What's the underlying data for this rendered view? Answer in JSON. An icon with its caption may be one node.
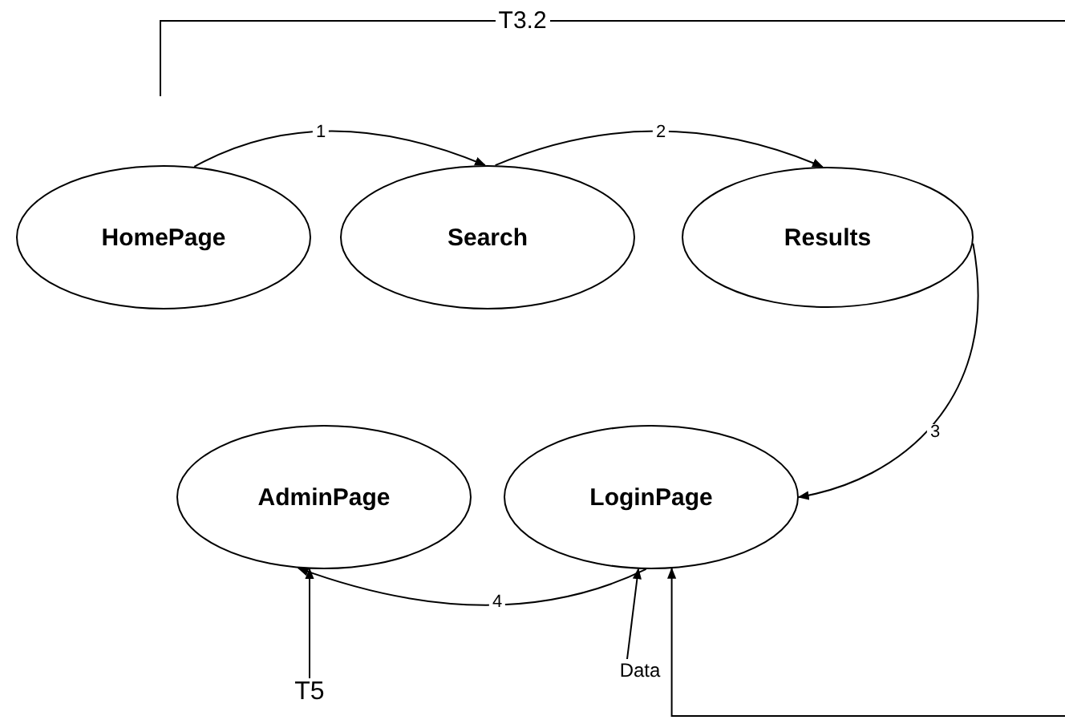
{
  "diagram": {
    "nodes": [
      {
        "text": [
          "HomePage"
        ]
      },
      {
        "text": [
          "Search"
        ]
      },
      {
        "text": [
          "Results"
        ]
      },
      {
        "text": [
          "AdminPage"
        ]
      },
      {
        "text": [
          "LoginPage"
        ]
      },
      {
        "text": [
          "T5"
        ]
      },
      {
        "text": [
          "Data"
        ]
      }
    ],
    "edges": [
      {
        "from": 0,
        "to": 1,
        "arrow": "to",
        "label": "1"
      },
      {
        "from": 1,
        "to": 2,
        "arrow": "to",
        "label": "2"
      },
      {
        "from": 2,
        "to": 4,
        "arrow": "to",
        "label": "3"
      },
      {
        "from": 4,
        "to": 3,
        "arrow": "to",
        "label": "4"
      },
      {
        "from": 6,
        "to": 4,
        "arrow": "to"
      },
      {
        "from": 5,
        "to": 3,
        "arrow": "to"
      },
      {
        "from": null,
        "to": 4,
        "arrow": "to",
        "label": "T3.2"
      }
    ]
  }
}
